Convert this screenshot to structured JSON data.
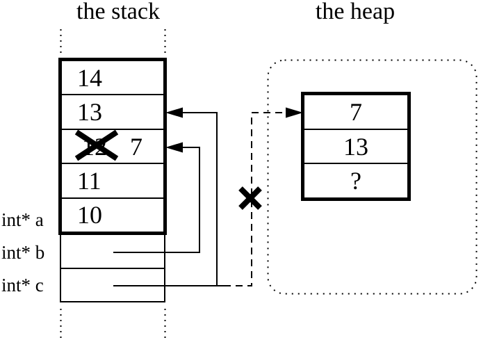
{
  "titles": {
    "stack": "the stack",
    "heap": "the heap"
  },
  "stack": {
    "cells": [
      {
        "value": "14"
      },
      {
        "value": "13"
      },
      {
        "value": "12",
        "crossed_out": true,
        "new_value": "7"
      },
      {
        "value": "11"
      },
      {
        "value": "10"
      }
    ]
  },
  "locals": [
    {
      "label": "int* a"
    },
    {
      "label": "int* b"
    },
    {
      "label": "int* c"
    }
  ],
  "heap": {
    "cells": [
      {
        "value": "7"
      },
      {
        "value": "13"
      },
      {
        "value": "?"
      }
    ]
  },
  "icons": {
    "overwrite_cross": "x-cross-icon",
    "dangling_cross": "x-cross-icon"
  },
  "colors": {
    "ink": "#000000",
    "background": "#ffffff"
  }
}
